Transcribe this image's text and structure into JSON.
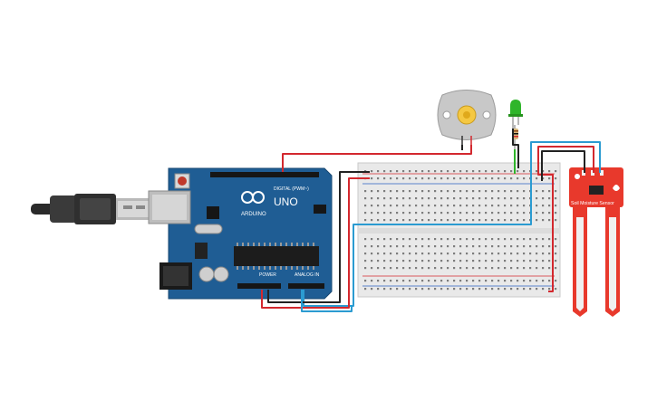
{
  "arduino": {
    "brand": "ARDUINO",
    "model": "UNO",
    "digital_header": "DIGITAL (PWM~)",
    "power_header": "POWER",
    "analog_header": "ANALOG IN"
  },
  "sensor": {
    "label": "Soil Moisture Sensor"
  },
  "colors": {
    "board_blue": "#1f5d94",
    "wire_red": "#d3282e",
    "wire_black": "#222222",
    "wire_blue": "#2b9bd1",
    "sensor_red": "#e8392c",
    "led_green": "#2fb52a",
    "breadboard": "#e9e9e9",
    "motor_body": "#c8c8c8",
    "motor_shaft": "#f5c842"
  },
  "icons": [
    "usb-plug-icon",
    "arduino-logo-icon",
    "dc-motor-icon",
    "led-icon",
    "resistor-icon"
  ]
}
